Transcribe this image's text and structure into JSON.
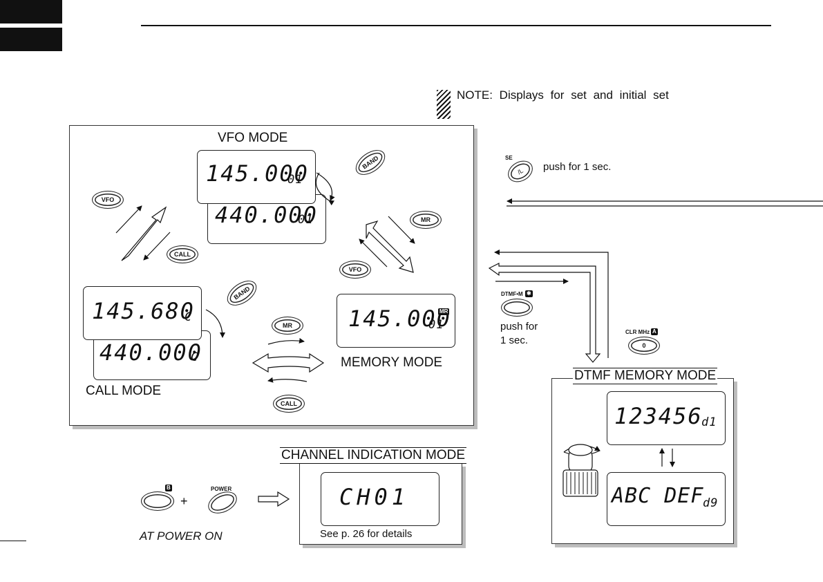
{
  "note": "NOTE: Displays for set and initial set",
  "modes": {
    "vfo": "VFO MODE",
    "call": "CALL MODE",
    "memory": "MEMORY MODE",
    "dtmf_memory": "DTMF MEMORY MODE",
    "channel_indication": "CHANNEL INDICATION MODE"
  },
  "displays": {
    "vfo_main": "145.000",
    "vfo_main_ch": "01",
    "vfo_sub": "440.000",
    "vfo_sub_ch": "01",
    "call_main": "145.680",
    "call_main_ch": "C",
    "call_sub": "440.000",
    "call_sub_ch": "C",
    "memory_main": "145.000",
    "memory_main_ch": "01",
    "memory_tag": "MR",
    "dtmf_top": "123456",
    "dtmf_top_ch": "d1",
    "dtmf_bottom": "ABC DEF",
    "dtmf_bottom_ch": "d9",
    "channel": "CH01"
  },
  "keys": {
    "band": "BAND",
    "vfo": "VFO",
    "call": "CALL",
    "mr": "MR",
    "se_top": "SE",
    "se_face": "/L",
    "dtmf_top": "DTMF•M",
    "dtmf_badge": "✱",
    "clr_top": "CLR MHz",
    "clr_badge": "A",
    "clr_face": "0",
    "b_badge": "B",
    "power_top": "POWER"
  },
  "instructions": {
    "push_1sec": "push for 1 sec.",
    "push_for": "push for",
    "one_sec": "1 sec.",
    "plus": "+",
    "at_power_on": "AT POWER ON",
    "see_page": "See p. 26 for details"
  },
  "colors": {
    "ink": "#111111",
    "shadow": "#bdbdbd"
  }
}
